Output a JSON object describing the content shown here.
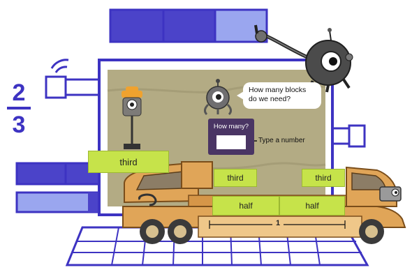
{
  "fraction": {
    "numerator": "2",
    "denominator": "3"
  },
  "robot_question": "How many blocks do we need?",
  "answer_prompt": {
    "title": "How many?",
    "value": "",
    "hint": "Type a number"
  },
  "truck": {
    "held_block": "third",
    "slots": [
      "third",
      "third"
    ],
    "half_blocks": [
      "half",
      "half"
    ],
    "ruler_label": "1"
  },
  "colors": {
    "purple": "#3d33c2",
    "bar_dark": "#4b43c9",
    "bar_light": "#9aa6ef",
    "screen": "#b3ab84",
    "block_green": "#c6e34a",
    "truck_orange": "#e0a558"
  }
}
